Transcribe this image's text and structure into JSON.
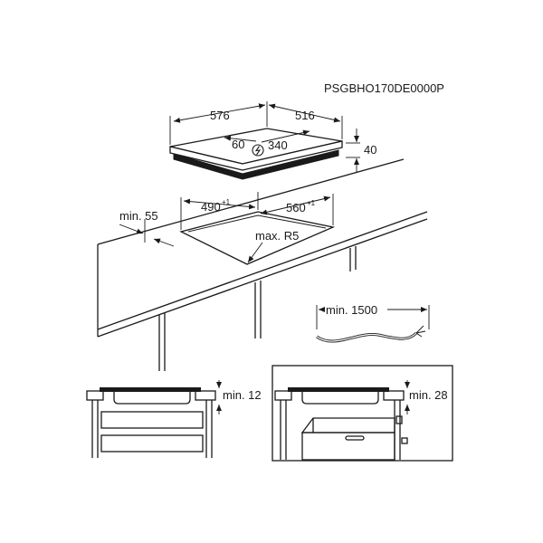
{
  "diagram": {
    "code": "PSGBHO170DE0000P",
    "hob_dimensions": {
      "width": "576",
      "depth": "516",
      "height": "40",
      "cable_min": "60",
      "cable_max": "340"
    },
    "cutout": {
      "width": "560",
      "width_tolerance": "+1",
      "depth": "490",
      "depth_tolerance": "+1",
      "corner_radius": "max. R5",
      "edge_distance": "min. 55"
    },
    "cable_length": "min. 1500",
    "clearance_left": "min. 12",
    "clearance_right": "min. 28"
  }
}
